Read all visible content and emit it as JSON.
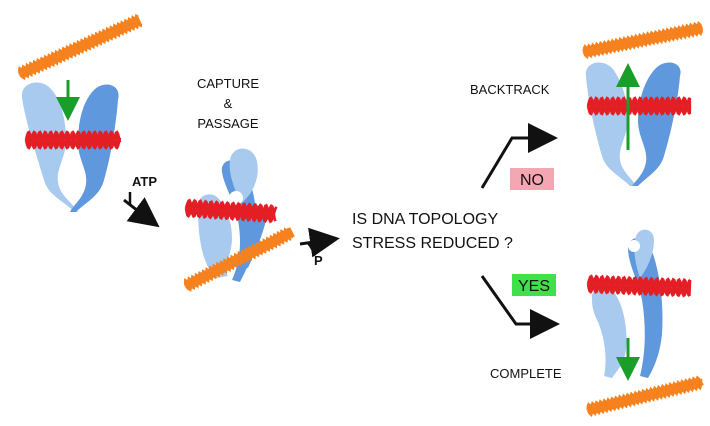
{
  "labels": {
    "capture_line1": "CAPTURE",
    "capture_line2": "&",
    "capture_line3": "PASSAGE",
    "atp": "ATP",
    "phosphate": "P",
    "question_line1": "IS DNA TOPOLOGY",
    "question_line2": "STRESS REDUCED ?",
    "no": "NO",
    "yes": "YES",
    "backtrack": "BACKTRACK",
    "complete": "COMPLETE"
  },
  "colors": {
    "protein_light": "#a8caef",
    "protein_dark": "#5f98dc",
    "dna_orange": "#f5821f",
    "dna_red": "#e31e24",
    "arrow_green": "#1a9e2a",
    "no_badge": "#f3a7b2",
    "yes_badge": "#3fe04a",
    "arrow_black": "#111111"
  }
}
